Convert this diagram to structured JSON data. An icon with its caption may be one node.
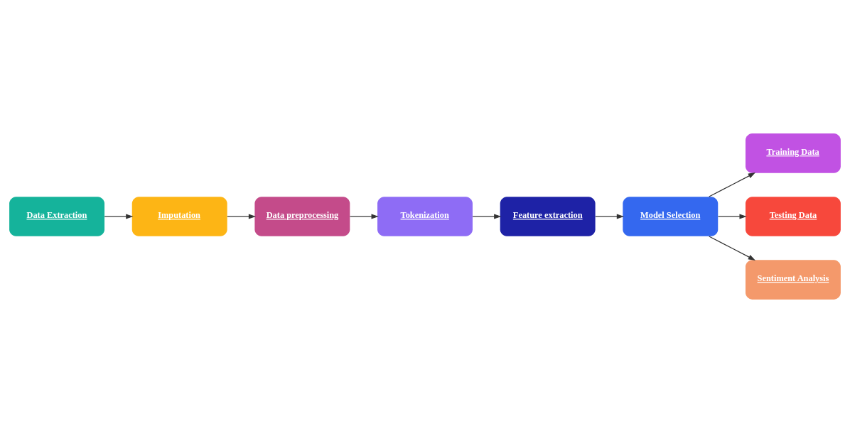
{
  "diagram": {
    "nodes": [
      {
        "text": [
          "Imputation"
        ]
      },
      {
        "text": [
          "Data preprocessing"
        ]
      },
      {
        "text": [
          "Tokenization"
        ]
      },
      {
        "text": [
          "Feature extraction"
        ]
      },
      {
        "text": [
          "Data Extraction"
        ]
      },
      {
        "text": [
          "Training Data"
        ]
      },
      {
        "text": [
          "Model Selection"
        ]
      },
      {
        "text": [
          "Testing Data"
        ]
      },
      {
        "text": [
          "Sentiment Analysis"
        ]
      }
    ],
    "edges": [
      {
        "from": 4,
        "to": 0,
        "arrow": "to"
      },
      {
        "from": 0,
        "to": 1,
        "arrow": "to"
      },
      {
        "from": 1,
        "to": 2,
        "arrow": "to"
      },
      {
        "from": 2,
        "to": 3,
        "arrow": "to"
      },
      {
        "from": 3,
        "to": 6,
        "arrow": "to"
      },
      {
        "from": 6,
        "to": 5,
        "arrow": "to"
      },
      {
        "from": 6,
        "to": 7,
        "arrow": "to"
      },
      {
        "from": 6,
        "to": 8,
        "arrow": "to"
      }
    ]
  }
}
